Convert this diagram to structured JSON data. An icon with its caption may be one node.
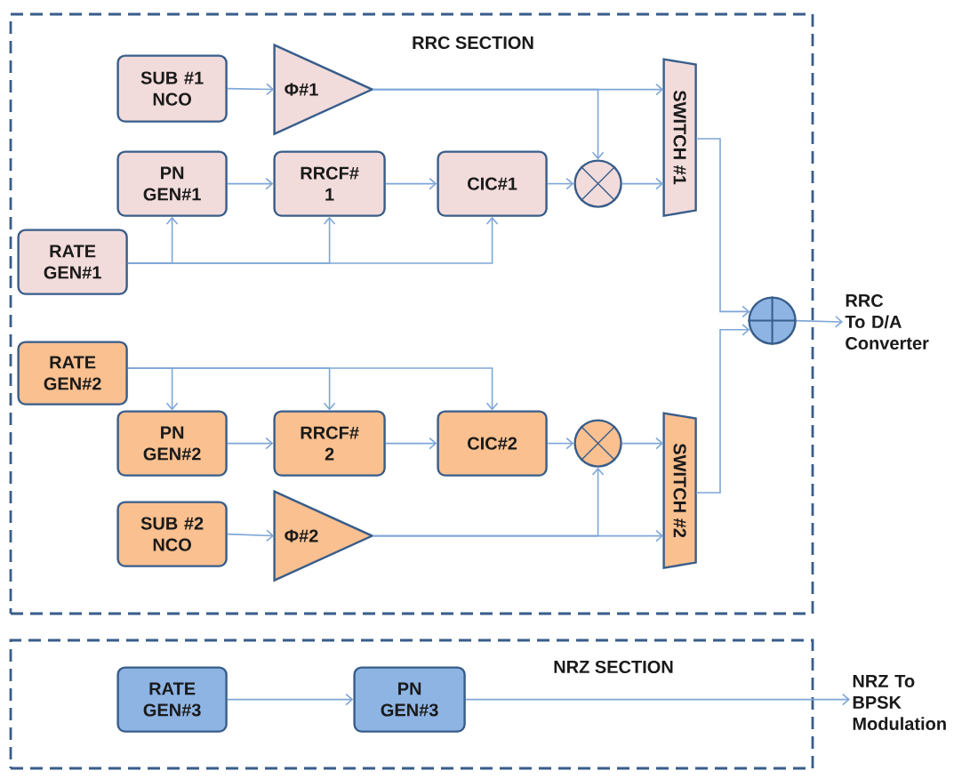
{
  "diagram": {
    "nodes": [
      {
        "text": [
          "RRC SECTION"
        ]
      },
      {
        "text": [
          "SUB #1 NCO"
        ],
        "in": 0
      },
      {
        "text": [
          "Φ#1"
        ],
        "in": 0
      },
      {
        "text": [
          "PN GEN#1"
        ],
        "in": 0
      },
      {
        "text": [
          "RRCF# 1"
        ],
        "in": 0
      },
      {
        "text": [
          "CIC#1"
        ],
        "in": 0
      },
      {
        "text": [],
        "shape": "circle",
        "in": 0
      },
      {
        "text": [
          "SWITCH #1"
        ],
        "in": 0
      },
      {
        "text": [
          "RATE GEN#1"
        ],
        "in": 0
      },
      {
        "text": [],
        "shape": "circle",
        "in": 0
      },
      {
        "text": [
          "RRC To D/A Converter"
        ]
      },
      {
        "text": [
          "RATE GEN#2"
        ],
        "in": 0
      },
      {
        "text": [
          "PN GEN#2"
        ],
        "in": 0
      },
      {
        "text": [
          "RRCF# 2"
        ],
        "in": 0
      },
      {
        "text": [
          "CIC#2"
        ],
        "in": 0
      },
      {
        "text": [],
        "shape": "circle",
        "in": 0
      },
      {
        "text": [
          "SWITCH #2"
        ],
        "in": 0
      },
      {
        "text": [
          "SUB #2 NCO"
        ],
        "in": 0
      },
      {
        "text": [
          "Φ#2"
        ],
        "in": 0
      },
      {
        "text": [
          "NRZ SECTION"
        ]
      },
      {
        "text": [
          "RATE GEN#3"
        ],
        "in": 19
      },
      {
        "text": [
          "PN GEN#3"
        ],
        "in": 19
      },
      {
        "text": [
          "NRZ To BPSK Modulation"
        ]
      }
    ],
    "edges": [
      {
        "from": 1,
        "to": 2,
        "arrow": "to"
      },
      {
        "from": 2,
        "to": 7,
        "arrow": "to"
      },
      {
        "from": 2,
        "to": 6,
        "arrow": "to"
      },
      {
        "from": 3,
        "to": 4,
        "arrow": "to"
      },
      {
        "from": 4,
        "to": 5,
        "arrow": "to"
      },
      {
        "from": 5,
        "to": 6,
        "arrow": "to"
      },
      {
        "from": 6,
        "to": 7,
        "arrow": "to"
      },
      {
        "from": 8,
        "to": 3,
        "arrow": "to"
      },
      {
        "from": 8,
        "to": 4,
        "arrow": "to"
      },
      {
        "from": 8,
        "to": 5,
        "arrow": "to"
      },
      {
        "from": 7,
        "to": 9,
        "arrow": "to"
      },
      {
        "from": 16,
        "to": 9,
        "arrow": "to"
      },
      {
        "from": 9,
        "to": 10,
        "arrow": "to"
      },
      {
        "from": 11,
        "to": 12,
        "arrow": "to"
      },
      {
        "from": 11,
        "to": 13,
        "arrow": "to"
      },
      {
        "from": 11,
        "to": 14,
        "arrow": "to"
      },
      {
        "from": 12,
        "to": 13,
        "arrow": "to"
      },
      {
        "from": 13,
        "to": 14,
        "arrow": "to"
      },
      {
        "from": 14,
        "to": 15,
        "arrow": "to"
      },
      {
        "from": 15,
        "to": 16,
        "arrow": "to"
      },
      {
        "from": 17,
        "to": 18,
        "arrow": "to"
      },
      {
        "from": 18,
        "to": 16,
        "arrow": "to"
      },
      {
        "from": 18,
        "to": 15,
        "arrow": "to"
      },
      {
        "from": 20,
        "to": 21,
        "arrow": "to"
      },
      {
        "from": 21,
        "to": 22,
        "arrow": "to"
      }
    ]
  }
}
